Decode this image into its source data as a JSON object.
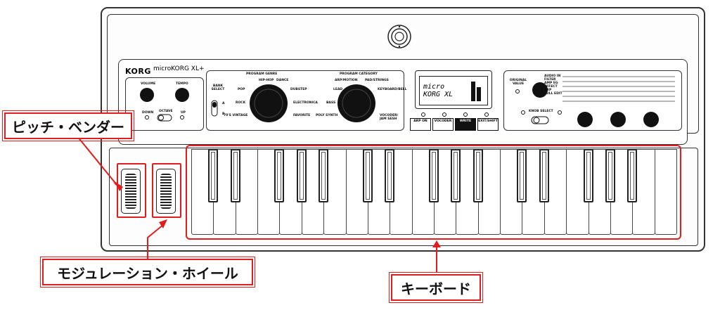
{
  "brand": {
    "logo": "KORG",
    "model": "microKORG XL+"
  },
  "panel": {
    "volume": "VOLUME",
    "tempo": "TEMPO",
    "down": "DOWN",
    "octave": "OCTAVE",
    "up": "UP",
    "bank_select": "BANK SELECT",
    "bank_a": "A",
    "bank_b": "B",
    "program_genre": "PROGRAM GENRE",
    "genre_labels": [
      "HIP-HOP",
      "DANCE",
      "POP",
      "DUBSTEP",
      "ROCK",
      "ELECTRONICA",
      "70'S VINTAGE",
      "FAVORITE"
    ],
    "program_category": "PROGRAM CATEGORY",
    "category_labels": [
      "ARP/MOTION",
      "PAD/STRINGS",
      "LEAD",
      "KEYBOARD/BELL",
      "BASS",
      "POLY SYNTH",
      "VOCODER/ JAM SESH"
    ],
    "display_text": "micro KORG XL",
    "buttons": [
      "ARP ON",
      "VOCODER",
      "WRITE",
      "EXIT/SHIFT"
    ],
    "original_value": "ORIGINAL VALUE",
    "edit_rows": [
      "AUDIO IN",
      "FILTER",
      "AMP EG",
      "EFFECT",
      "ARP",
      "FULL EDIT"
    ],
    "knob_select": "KNOB SELECT"
  },
  "callouts": {
    "pitch_bender": "ピッチ・ベンダー",
    "modulation_wheel": "モジュレーション・ホイール",
    "keyboard": "キーボード"
  },
  "colors": {
    "callout_border": "#e01e1e",
    "line": "#333333"
  }
}
